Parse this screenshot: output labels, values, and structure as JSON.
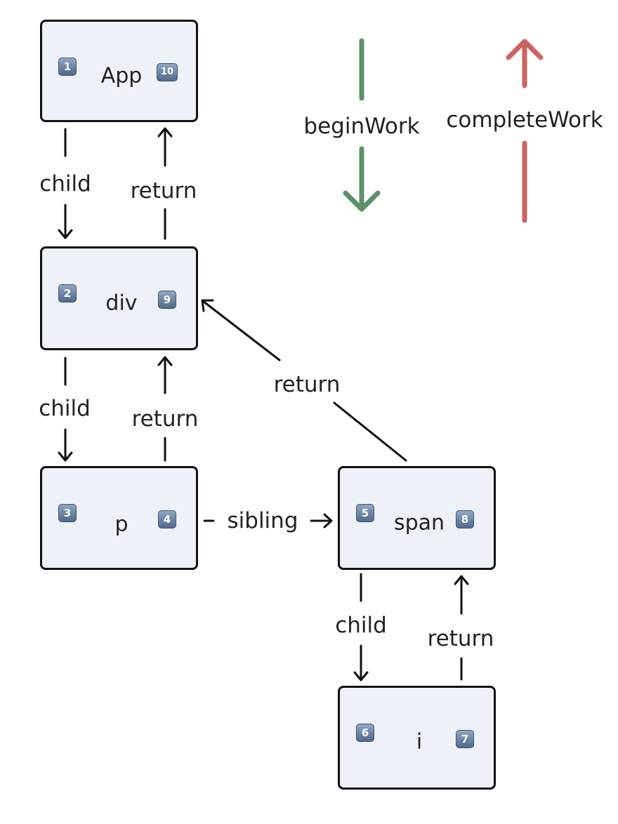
{
  "legend": {
    "begin_label": "beginWork",
    "complete_label": "completeWork",
    "begin_color": "#5b9166",
    "complete_color": "#cc6360"
  },
  "nodes": {
    "app": {
      "label": "App",
      "begin_step": "1",
      "complete_step": "10"
    },
    "div": {
      "label": "div",
      "begin_step": "2",
      "complete_step": "9"
    },
    "p": {
      "label": "p",
      "begin_step": "3",
      "complete_step": "4"
    },
    "span": {
      "label": "span",
      "begin_step": "5",
      "complete_step": "8"
    },
    "i": {
      "label": "i",
      "begin_step": "6",
      "complete_step": "7"
    }
  },
  "edges": {
    "app_div_child": "child",
    "div_app_return": "return",
    "div_p_child": "child",
    "p_div_return": "return",
    "p_span_sibling": "sibling",
    "span_div_return": "return",
    "span_i_child": "child",
    "i_span_return": "return"
  }
}
